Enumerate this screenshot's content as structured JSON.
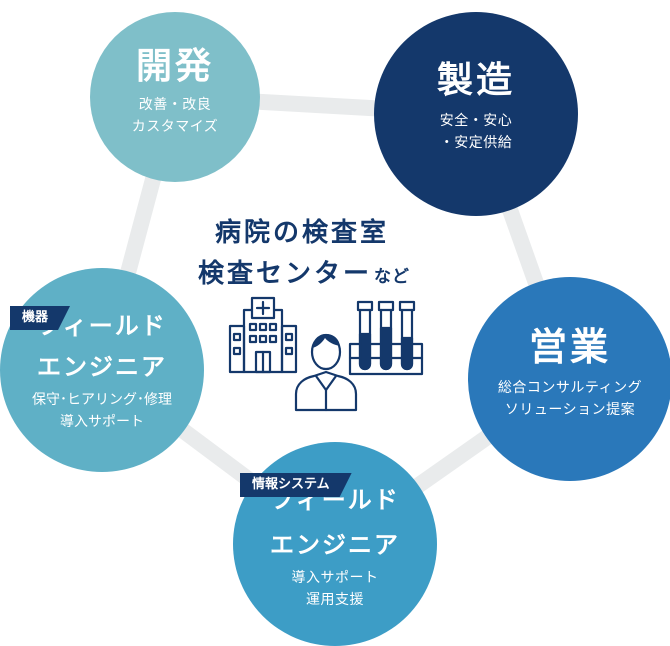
{
  "center": {
    "line1": "病院の検査室",
    "line2": "検査センター",
    "suffix": "など"
  },
  "nodes": {
    "development": {
      "title": "開発",
      "desc1": "改善・改良",
      "desc2": "カスタマイズ",
      "color": "#7fbfc9"
    },
    "manufacturing": {
      "title": "製造",
      "desc1": "安全・安心",
      "desc2": "・安定供給",
      "color": "#14386b"
    },
    "sales": {
      "title": "営業",
      "desc1": "総合コンサルティング",
      "desc2": "ソリューション提案",
      "color": "#2a78ba"
    },
    "field_engineer_it": {
      "tag": "情報システム",
      "title1": "フィールド",
      "title2": "エンジニア",
      "desc1": "導入サポート",
      "desc2": "運用支援",
      "color": "#3d9dc6"
    },
    "field_engineer_equipment": {
      "tag": "機器",
      "title1": "フィールド",
      "title2": "エンジニア",
      "desc1": "保守･ヒアリング･修理",
      "desc2": "導入サポート",
      "color": "#5fb0c6"
    }
  },
  "colors": {
    "navy": "#14386b",
    "ring": "#e9ebec"
  },
  "icons": [
    "hospital-icon",
    "doctor-icon",
    "test-tubes-icon"
  ]
}
